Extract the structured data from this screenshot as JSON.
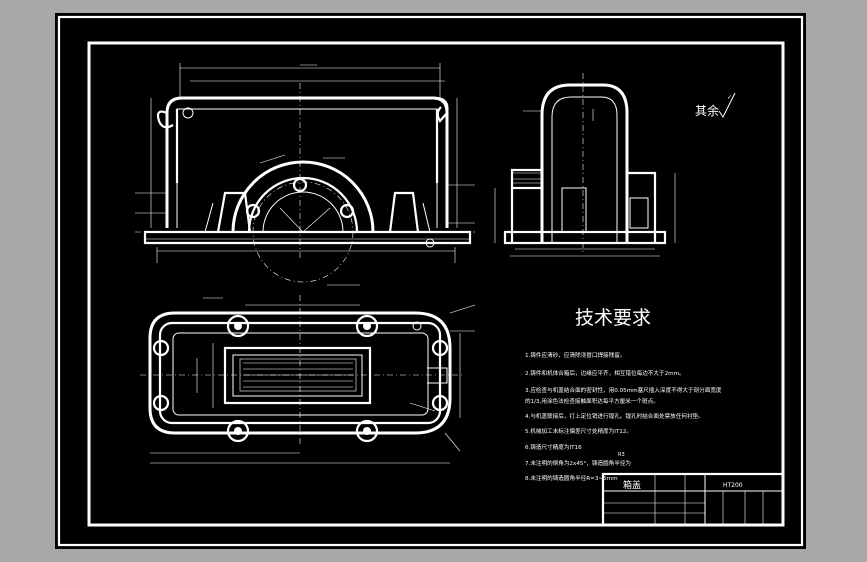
{
  "annotations": {
    "surface_finish": "其余",
    "finish_mark": "✓"
  },
  "tech_requirements": {
    "heading": "技术要求",
    "items": [
      "1.铸件应清砂，应清除浇冒口焊接残留。",
      "2.铸件和机体合箱后，边缘应平齐，相互错位每边不大于2mm。",
      "3.应检查与机盖结合面的密封性，用0.05mm塞尺插入深度不得大于剖分面宽度",
      "的1/3,用涂色法检查接触面积达每平方厘米一个斑点。",
      "4.与机盖联接后，打上定位销进行镗孔。镗孔时结合面处禁放任何衬垫。",
      "5.机械加工未标注偏差尺寸处精度为IT12。",
      "6.铸造尺寸精度为IT16",
      "7.未注明的倒角为2x45°，铸造圆角半径为",
      "8.未注明的铸造圆角半径R=3~5mm"
    ],
    "roughness": "R3"
  },
  "title_block": {
    "part_name": "箱盖",
    "code": "HT200"
  }
}
